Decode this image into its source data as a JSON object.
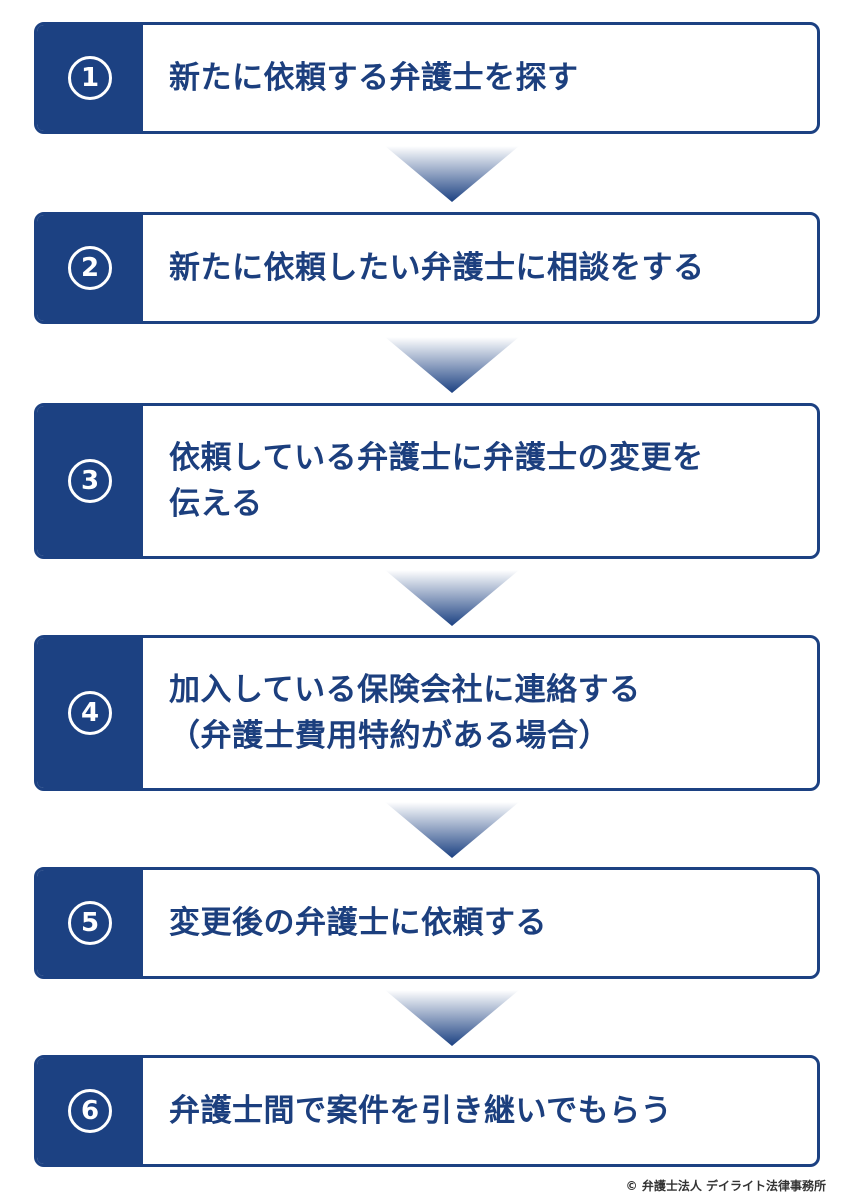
{
  "steps": [
    {
      "number": "1",
      "label": "新たに依頼する弁護士を探す"
    },
    {
      "number": "2",
      "label": "新たに依頼したい弁護士に相談をする"
    },
    {
      "number": "3",
      "label": "依頼している弁護士に弁護士の変更を\n伝える"
    },
    {
      "number": "4",
      "label": "加入している保険会社に連絡する\n（弁護士費用特約がある場合）"
    },
    {
      "number": "5",
      "label": "変更後の弁護士に依頼する"
    },
    {
      "number": "6",
      "label": "弁護士間で案件を引き継いでもらう"
    }
  ],
  "copyright": "© 弁護士法人 デイライト法律事務所",
  "colors": {
    "primary": "#1c4182",
    "arrow_top": "#ffffff",
    "arrow_bottom": "#1c4182"
  }
}
